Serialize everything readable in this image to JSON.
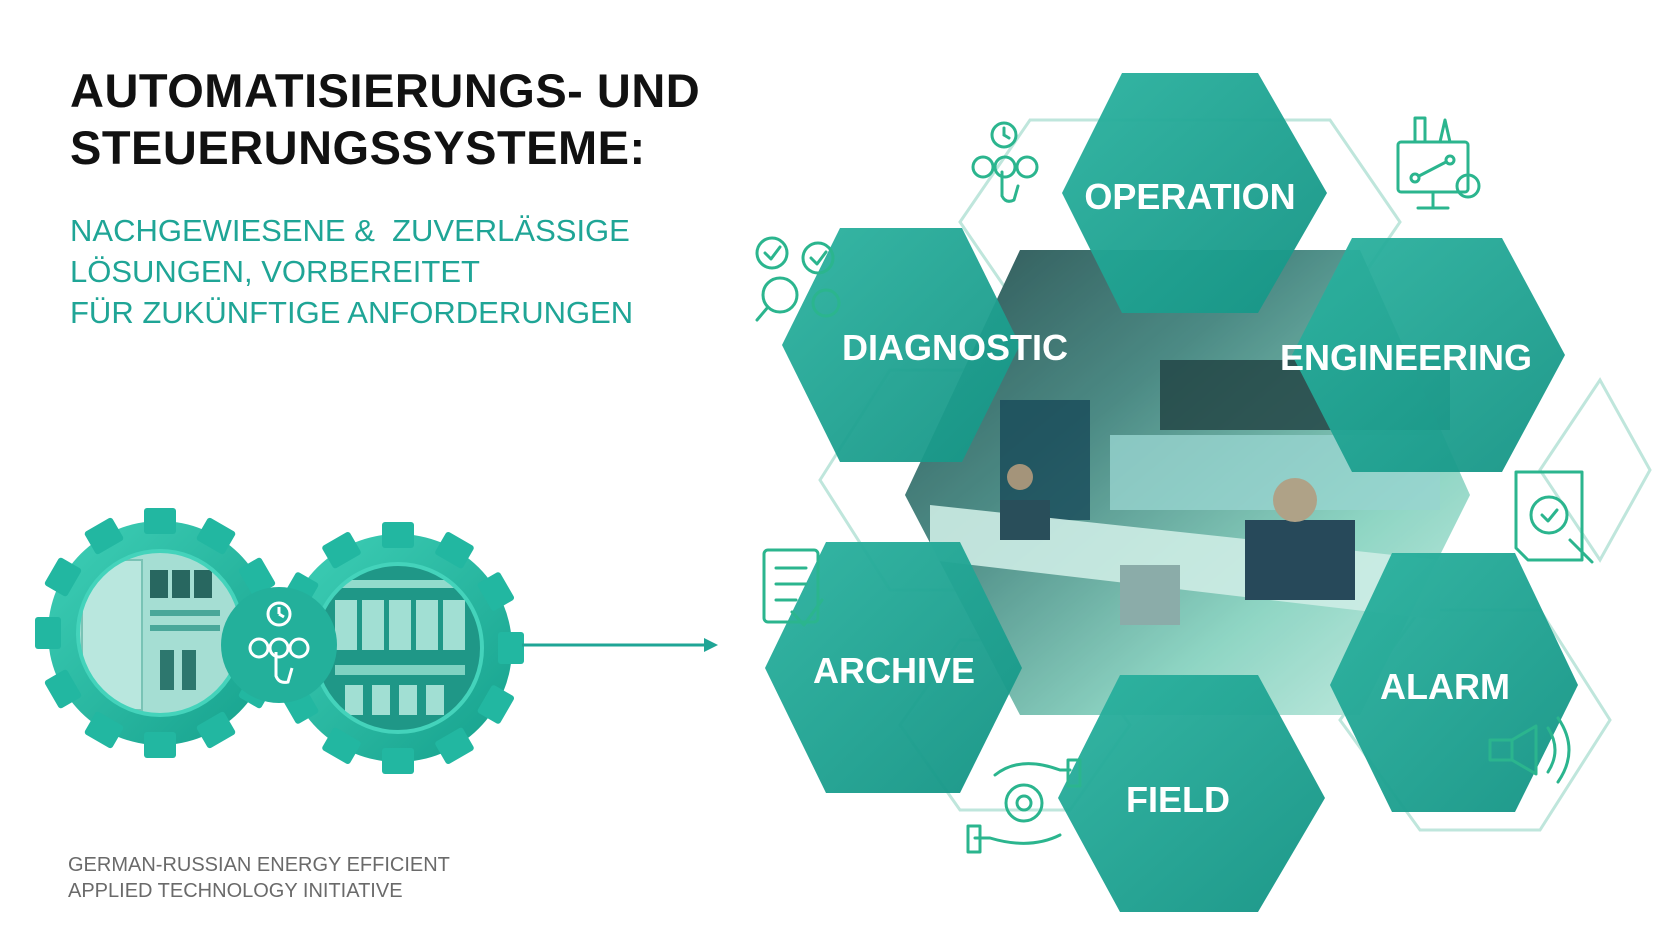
{
  "title": {
    "line1": "AUTOMATISIERUNGS- UND",
    "line2": "STEUERUNGSSYSTEME:"
  },
  "subtitle": {
    "line1": "NACHGEWIESENE &  ZUVERLÄSSIGE",
    "line2": "LÖSUNGEN, VORBEREITET",
    "line3": "FÜR ZUKÜNFTIGE ANFORDERUNGEN"
  },
  "hexagons": {
    "operation": "OPERATION",
    "diagnostic": "DIAGNOSTIC",
    "engineering": "ENGINEERING",
    "archive": "ARCHIVE",
    "alarm": "ALARM",
    "field": "FIELD"
  },
  "footer": {
    "line1": "GERMAN-RUSSIAN ENERGY EFFICIENT",
    "line2": "APPLIED TECHNOLOGY INITIATIVE"
  },
  "colors": {
    "teal": "#1fa596",
    "teal_dark": "#138b7f",
    "teal_light": "#40c9b5",
    "icon_green": "#2bb58e"
  },
  "icons": [
    "touch-timer-icon",
    "design-monitor-icon",
    "gears-magnifier-icon",
    "document-settings-icon",
    "checklist-icon",
    "speaker-alarm-icon",
    "hand-gear-icon"
  ]
}
